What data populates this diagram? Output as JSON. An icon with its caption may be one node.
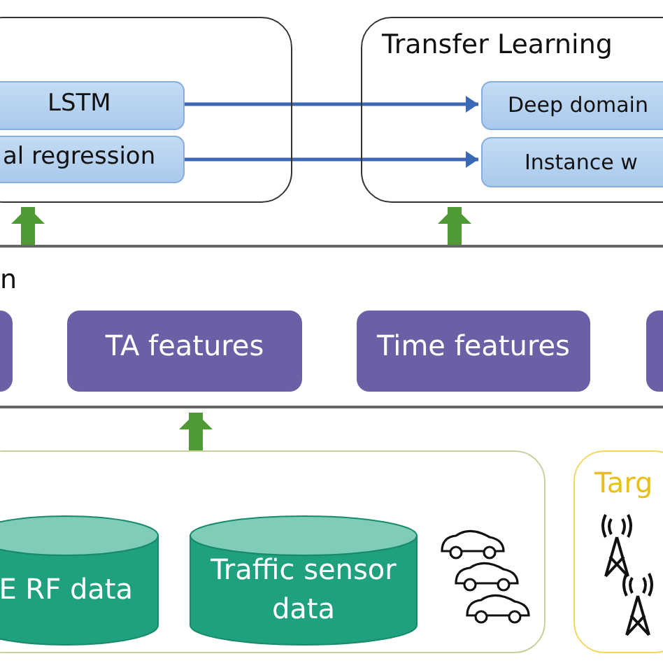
{
  "diagram": {
    "nodes": [
      {
        "text": [],
        "shape": "box"
      },
      {
        "text": [
          "LSTM"
        ],
        "in": 0
      },
      {
        "text": [
          "al regression"
        ],
        "in": 0
      },
      {
        "text": [
          "Transfer Learning"
        ]
      },
      {
        "text": [
          "Deep domain"
        ],
        "in": 3
      },
      {
        "text": [
          "Instance w"
        ],
        "in": 3
      },
      {
        "text": [
          "n"
        ]
      },
      {
        "text": [],
        "shape": "box",
        "in": 6
      },
      {
        "text": [
          "TA features"
        ],
        "in": 6
      },
      {
        "text": [
          "Time features"
        ],
        "in": 6
      },
      {
        "text": [],
        "shape": "box",
        "in": 6
      },
      {
        "text": [],
        "shape": "box"
      },
      {
        "text": [
          "E RF data"
        ],
        "in": 11
      },
      {
        "text": [
          "Traffic sensor data"
        ],
        "in": 11
      },
      {
        "text": [
          "Targ"
        ]
      }
    ],
    "edges": [
      {
        "from": 1,
        "to": 4,
        "arrow": "to",
        "color": "#3c68b8"
      },
      {
        "from": 2,
        "to": 5,
        "arrow": "to",
        "color": "#3c68b8"
      },
      {
        "from": 6,
        "to": 0,
        "arrow": "to",
        "color": "#4f9a35"
      },
      {
        "from": 6,
        "to": 3,
        "arrow": "to",
        "color": "#4f9a35"
      },
      {
        "from": 11,
        "to": 6,
        "arrow": "to",
        "color": "#4f9a35"
      }
    ]
  }
}
